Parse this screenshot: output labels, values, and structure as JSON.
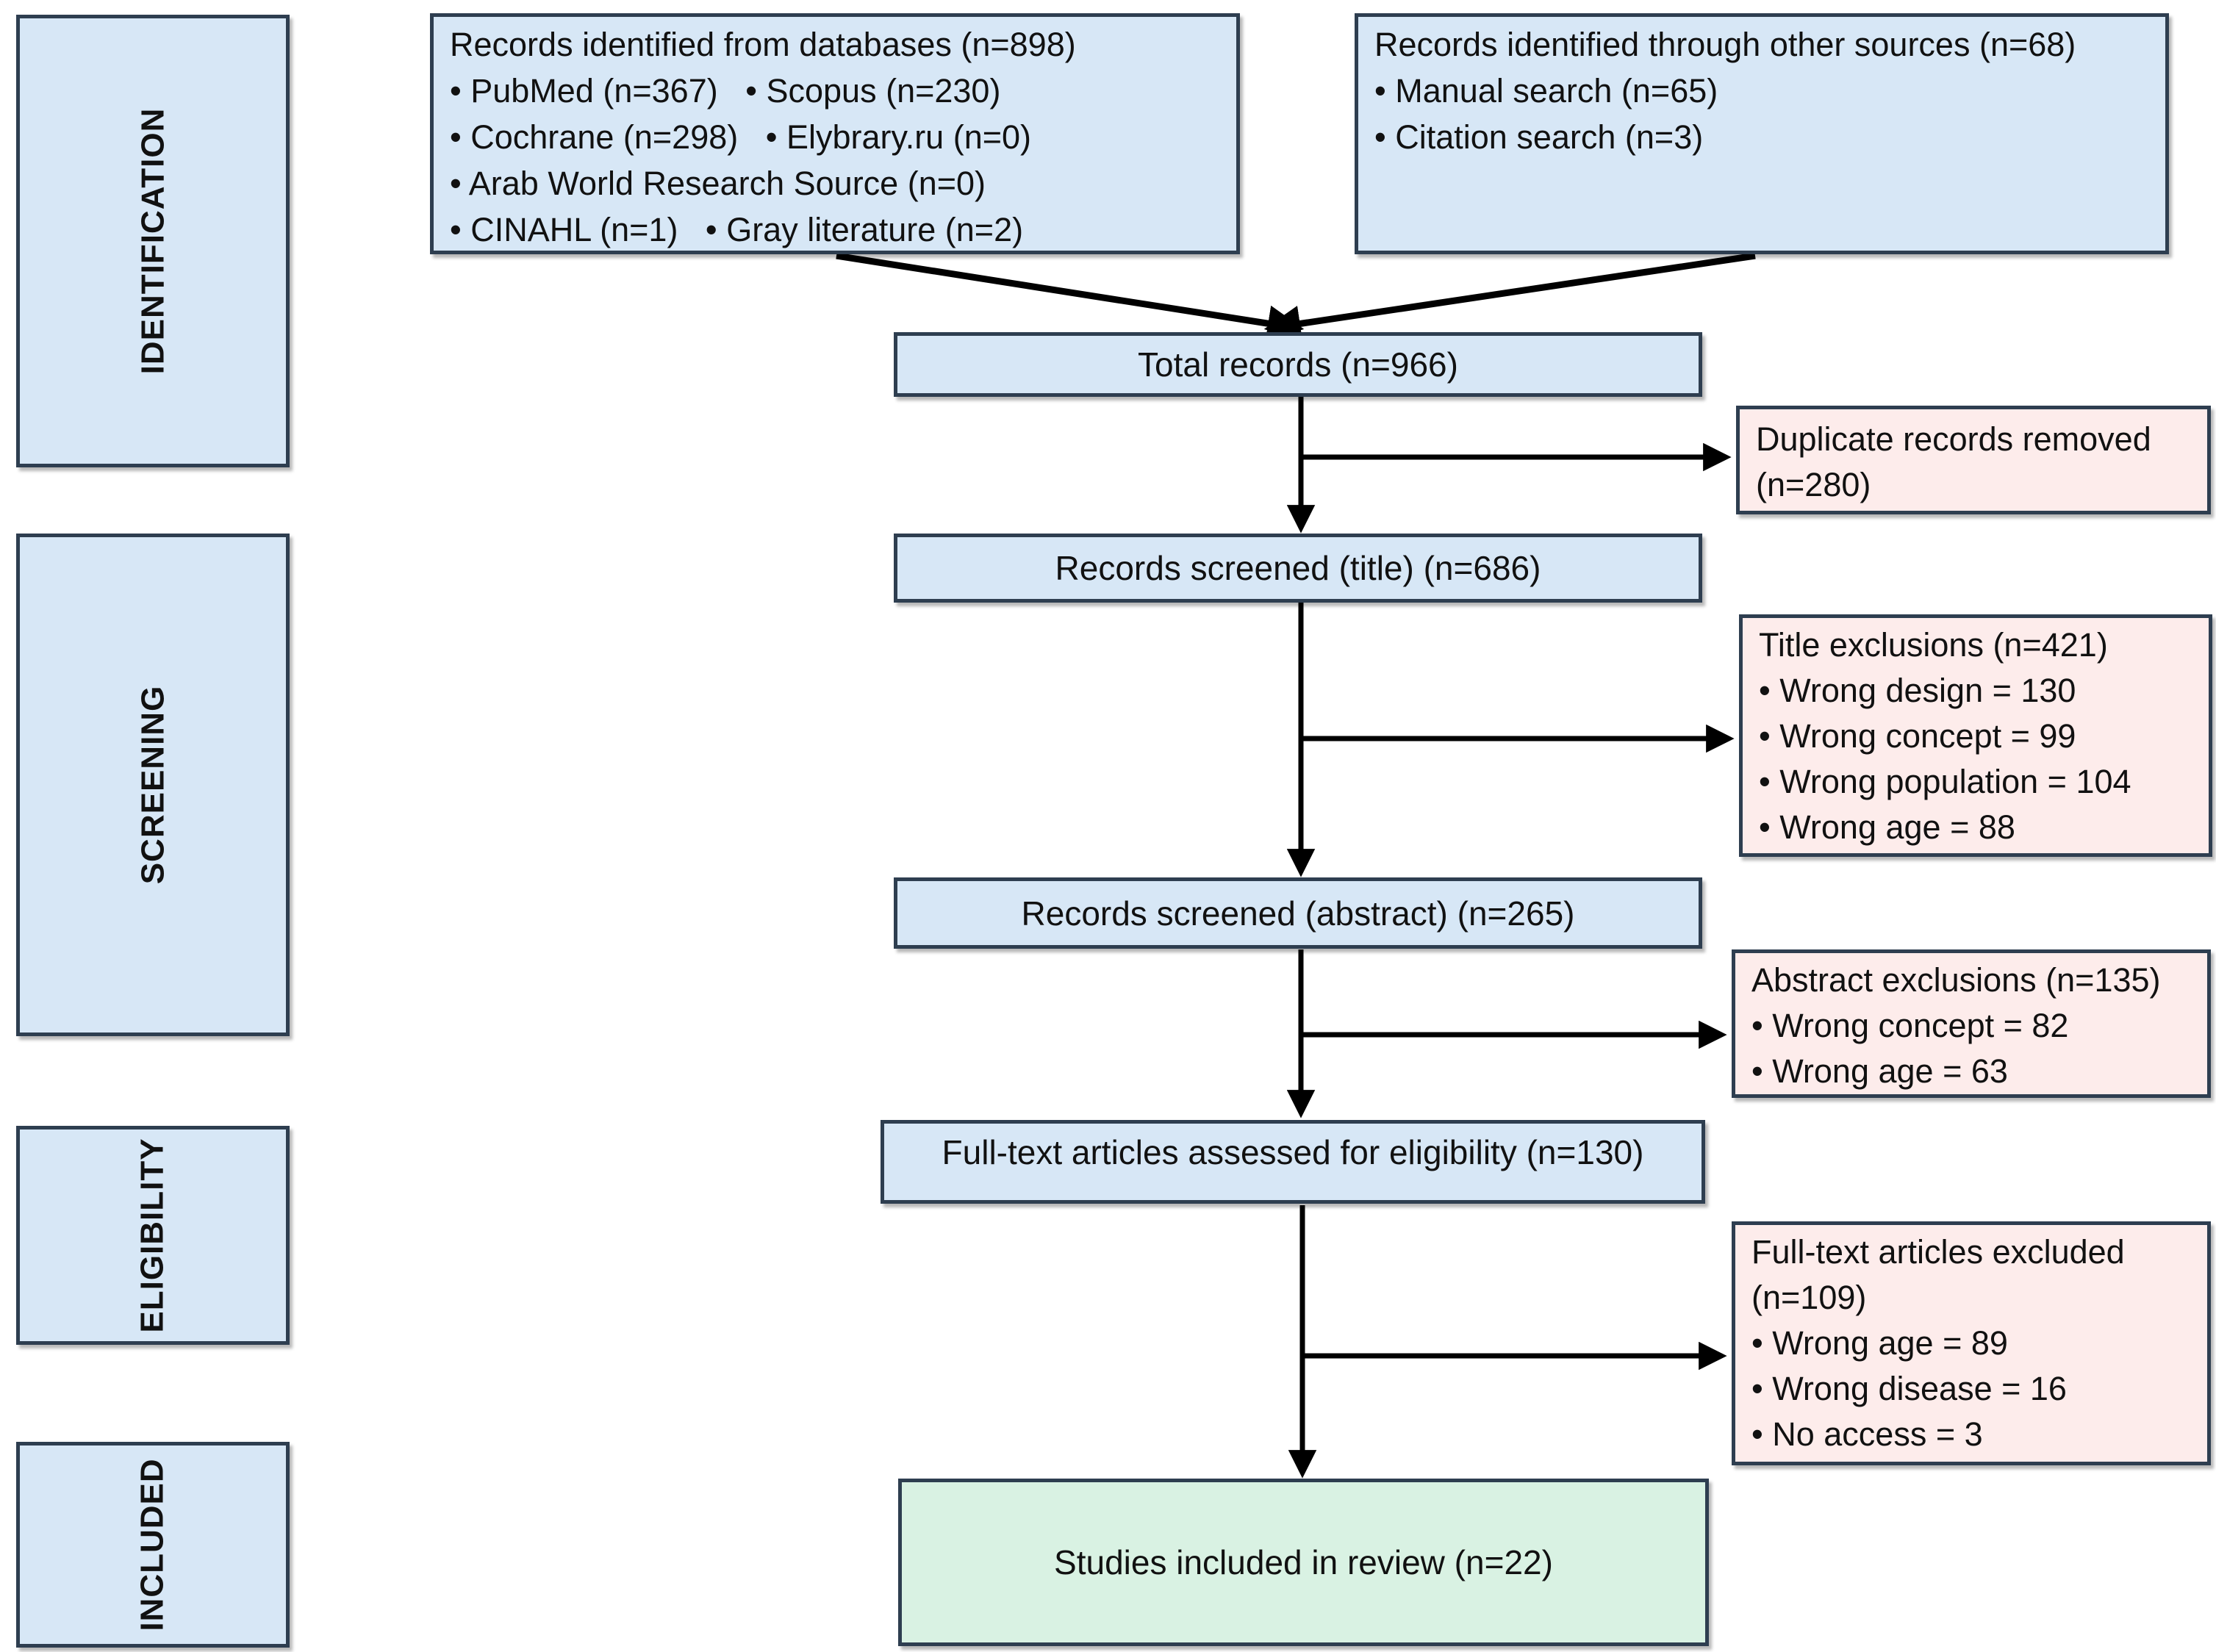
{
  "stages": [
    {
      "label": "IDENTIFICATION"
    },
    {
      "label": "SCREENING"
    },
    {
      "label": "ELIGIBILITY"
    },
    {
      "label": "INCLUDED"
    }
  ],
  "boxes": {
    "databases": {
      "title": "Records identified from databases (n=898)",
      "lines": [
        "• PubMed (n=367)   • Scopus (n=230)",
        "• Cochrane (n=298)   • Elybrary.ru (n=0)",
        "• Arab World Research Source (n=0)",
        "• CINAHL (n=1)   • Gray literature (n=2)"
      ]
    },
    "other_sources": {
      "title": "Records identified through other sources (n=68)",
      "lines": [
        "• Manual search (n=65)",
        "• Citation search (n=3)"
      ]
    },
    "total_records": {
      "label": "Total records (n=966)"
    },
    "duplicates_removed": {
      "label": "Duplicate records removed (n=280)"
    },
    "screened_title": {
      "label": "Records screened (title) (n=686)"
    },
    "title_exclusions": {
      "title": "Title exclusions (n=421)",
      "lines": [
        "• Wrong design = 130",
        "• Wrong concept = 99",
        "• Wrong population = 104",
        "• Wrong age = 88"
      ]
    },
    "screened_abstract": {
      "label": "Records screened (abstract) (n=265)"
    },
    "abstract_exclusions": {
      "title": "Abstract exclusions (n=135)",
      "lines": [
        "• Wrong concept = 82",
        "• Wrong age = 63"
      ]
    },
    "fulltext_assessed": {
      "label": "Full-text articles assessed for eligibility (n=130)"
    },
    "fulltext_excluded": {
      "title": "Full-text articles excluded (n=109)",
      "lines": [
        "• Wrong age = 89",
        "• Wrong disease = 16",
        "• No access = 3"
      ]
    },
    "included_studies": {
      "label": "Studies included in review (n=22)"
    }
  },
  "colors": {
    "process_fill": "#d7e7f6",
    "exclusion_fill": "#fdeceb",
    "included_fill": "#d9f2e3",
    "border": "#2e3e50",
    "arrow": "#000000"
  }
}
